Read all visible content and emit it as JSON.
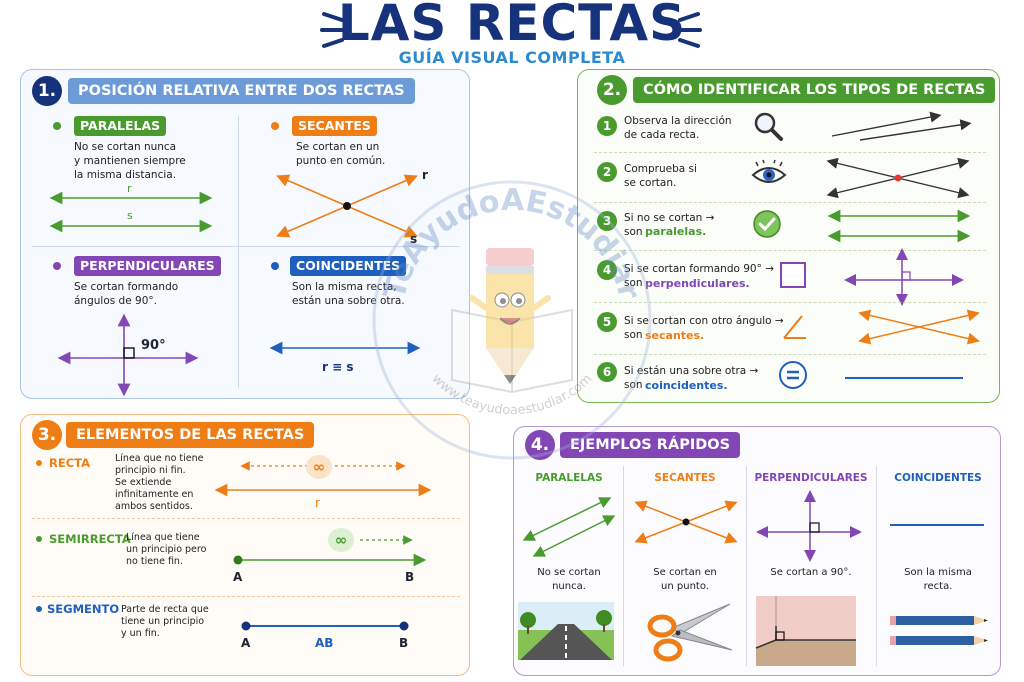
{
  "title": "LAS RECTAS",
  "subtitle": "GUÍA VISUAL COMPLETA",
  "colors": {
    "navy": "#16327a",
    "blue": "#1f5fbd",
    "green": "#4a9b2f",
    "orange": "#ee7d16",
    "purple": "#8247b5"
  },
  "s1": {
    "num": "1.",
    "title": "POSICIÓN RELATIVA ENTRE DOS RECTAS",
    "paralelas": {
      "tag": "PARALELAS",
      "text": "No se cortan nunca\ny mantienen siempre\nla misma distancia.",
      "r": "r",
      "s": "s"
    },
    "secantes": {
      "tag": "SECANTES",
      "text": "Se cortan en un\npunto en común.",
      "r": "r",
      "s": "s"
    },
    "perpendiculares": {
      "tag": "PERPENDICULARES",
      "text": "Se cortan formando\nángulos de 90°.",
      "angle": "90°"
    },
    "coincidentes": {
      "tag": "COINCIDENTES",
      "text": "Son la misma recta,\nestán una sobre otra.",
      "rs": "r ≡ s"
    }
  },
  "s2": {
    "num": "2.",
    "title": "CÓMO IDENTIFICAR LOS TIPOS DE RECTAS",
    "steps": [
      {
        "n": "1",
        "text": "Observa la dirección\nde cada recta.",
        "kw": "",
        "icon": "magnifier-icon"
      },
      {
        "n": "2",
        "text": "Comprueba si\nse cortan.",
        "kw": "",
        "icon": "eye-icon"
      },
      {
        "n": "3",
        "text": "Si no se cortan →\nson",
        "kw": "paralelas.",
        "icon": "check-icon"
      },
      {
        "n": "4",
        "text": "Si se cortan formando 90° →\nson",
        "kw": "perpendiculares.",
        "icon": "square-icon"
      },
      {
        "n": "5",
        "text": "Si se cortan con otro ángulo →\nson",
        "kw": "secantes.",
        "icon": "angle-icon"
      },
      {
        "n": "6",
        "text": "Si están una sobre otra →\nson",
        "kw": "coincidentes.",
        "icon": "equals-icon"
      }
    ]
  },
  "s3": {
    "num": "3.",
    "title": "ELEMENTOS DE LAS RECTAS",
    "recta": {
      "label": "RECTA",
      "text": "Línea que no tiene\nprincipio ni fin.\nSe extiende\ninfinitamente en\nambos sentidos.",
      "r": "r"
    },
    "semirrecta": {
      "label": "SEMIRRECTA",
      "text": "Línea que tiene\nun principio pero\nno tiene fin.",
      "a": "A",
      "b": "B"
    },
    "segmento": {
      "label": "SEGMENTO",
      "text": "Parte de recta que\ntiene un principio\ny un fin.",
      "a": "A",
      "ab": "AB",
      "b": "B"
    },
    "infinity": "∞"
  },
  "s4": {
    "num": "4.",
    "title": "EJEMPLOS RÁPIDOS",
    "cols": [
      {
        "head": "PARALELAS",
        "text": "No se cortan\nnunca.",
        "img": "road-icon"
      },
      {
        "head": "SECANTES",
        "text": "Se cortan en\nun punto.",
        "img": "scissors-icon"
      },
      {
        "head": "PERPENDICULARES",
        "text": "Se cortan a 90°.",
        "img": "room-corner-icon"
      },
      {
        "head": "COINCIDENTES",
        "text": "Son la misma\nrecta.",
        "img": "pencils-icon"
      }
    ]
  },
  "watermark": {
    "arc": "TeAyudoAEstudiar",
    "url": "www.teayudoaestudiar.com"
  }
}
